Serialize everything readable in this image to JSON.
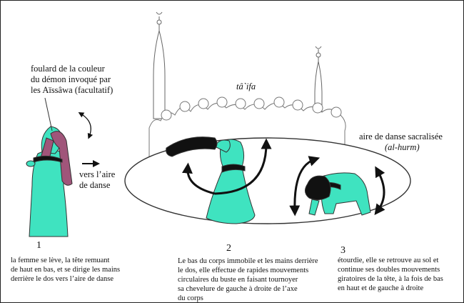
{
  "labels": {
    "scarf_note": "foulard de la couleur\ndu démon invoqué par\nles Aïssâwa (facultatif)",
    "taifa": "tâ`ifa",
    "dance_area_title": "aire de danse sacralisée",
    "dance_area_term": "(al-hurm)",
    "towards": "vers l’aire\nde danse"
  },
  "steps": [
    {
      "number": "1",
      "caption": "la femme se lève, la tête remuant\nde haut en bas, et se dirige les mains\nderrière le dos vers l’aire de danse"
    },
    {
      "number": "2",
      "caption": "Le bas du corps immobile et les mains derrière\nle dos, elle effectue de rapides mouvements\ncirculaires du buste en faisant tournoyer\nsa chevelure de gauche à droite de l’axe\ndu corps"
    },
    {
      "number": "3",
      "caption": "étourdie, elle se retrouve au sol et\ncontinue ses doubles mouvements\ngiratoires de la tête, à la fois  de bas\nen haut et de gauche à droite"
    }
  ],
  "colors": {
    "garment": "#3fe3c0",
    "scarf": "#a0557a",
    "hair": "#111111",
    "line": "#333333"
  }
}
